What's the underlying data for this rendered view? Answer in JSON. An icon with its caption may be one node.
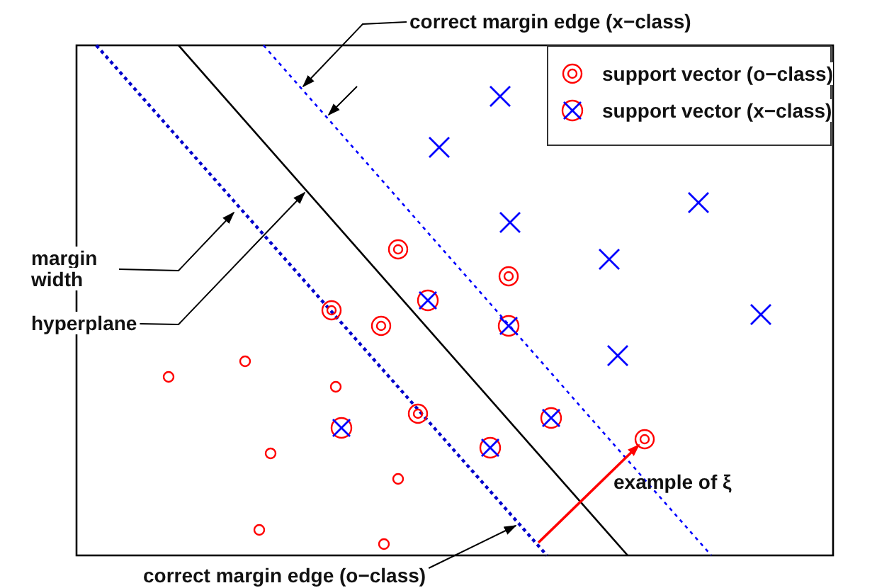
{
  "diagram": {
    "nodes": [
      {
        "text": [
          "correct margin edge (x−class)"
        ]
      },
      {
        "text": [
          "margin width"
        ]
      },
      {
        "text": [
          "hyperplane"
        ]
      },
      {
        "text": [
          "correct margin edge (o−class)"
        ]
      },
      {
        "text": [],
        "shape": "circle"
      }
    ],
    "edges": [
      {
        "from": 0,
        "to": null,
        "arrow": "to"
      },
      {
        "from": 1,
        "to": null,
        "arrow": "to"
      },
      {
        "from": 2,
        "to": null,
        "arrow": "to"
      },
      {
        "from": 3,
        "to": null,
        "arrow": "to"
      },
      {
        "from": null,
        "to": 4,
        "arrow": "to",
        "label": "example of ξ",
        "color": "#ff0000"
      }
    ],
    "legend": [
      {
        "text": "support vector (o−class)"
      },
      {
        "text": "support vector (x−class)"
      }
    ]
  }
}
